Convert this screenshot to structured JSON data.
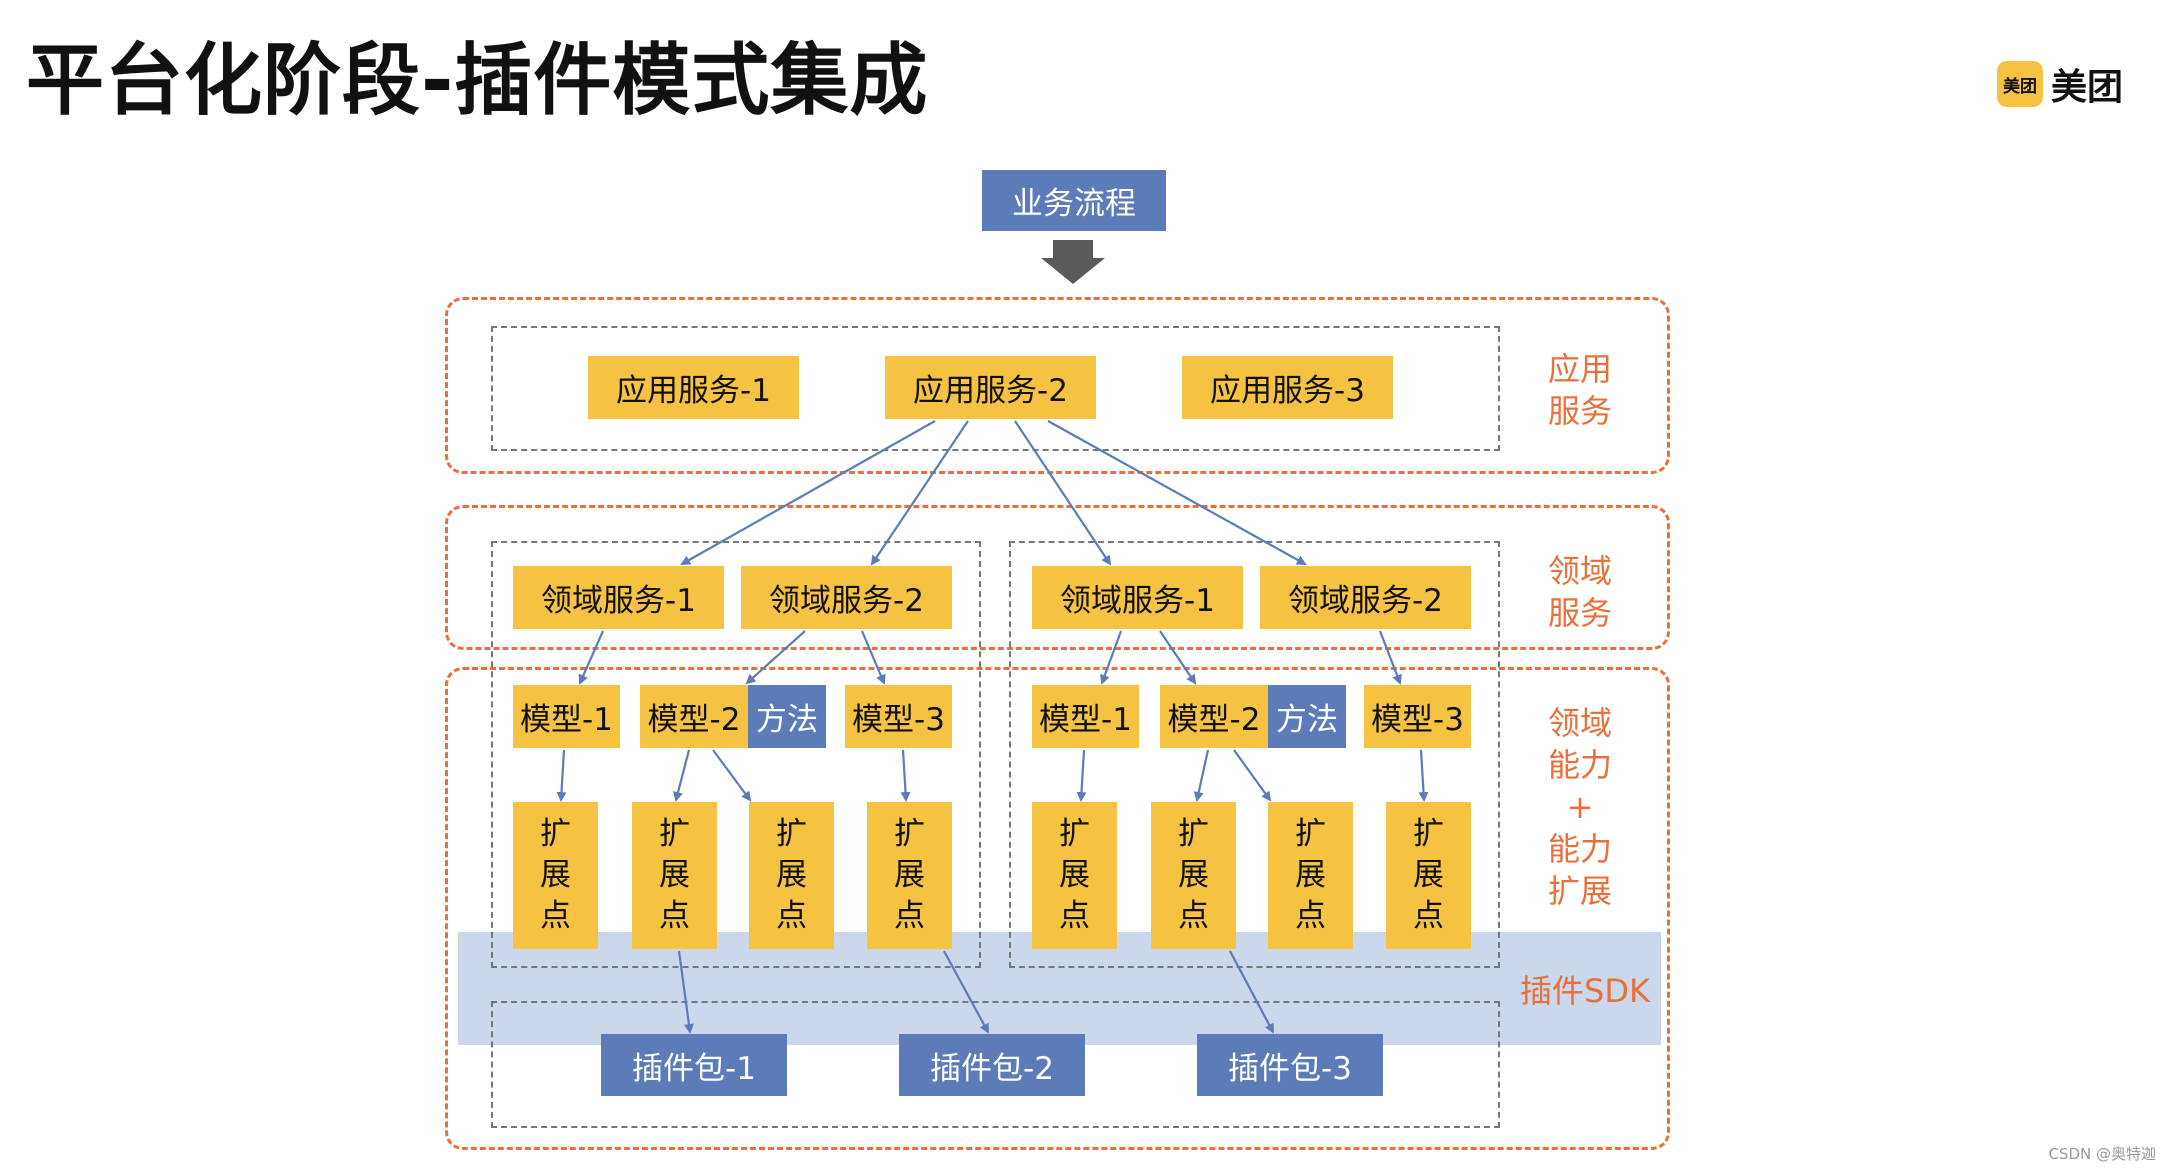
{
  "title": "平台化阶段-插件模式集成",
  "logo": {
    "badge": "美团",
    "text": "美团"
  },
  "watermark": "CSDN @奥特迦",
  "top_node": "业务流程",
  "layers": {
    "app": [
      "应用",
      "服务"
    ],
    "domain": [
      "领域",
      "服务"
    ],
    "capability": [
      "领域",
      "能力",
      "+",
      "能力",
      "扩展"
    ],
    "sdk": "插件SDK"
  },
  "app_services": [
    "应用服务-1",
    "应用服务-2",
    "应用服务-3"
  ],
  "left_group": {
    "domain_services": [
      "领域服务-1",
      "领域服务-2"
    ],
    "models": [
      "模型-1",
      "模型-2",
      "模型-3"
    ],
    "method": "方法",
    "extension": [
      "扩",
      "展",
      "点"
    ]
  },
  "right_group": {
    "domain_services": [
      "领域服务-1",
      "领域服务-2"
    ],
    "models": [
      "模型-1",
      "模型-2",
      "模型-3"
    ],
    "method": "方法",
    "extension": [
      "扩",
      "展",
      "点"
    ]
  },
  "plugins": [
    "插件包-1",
    "插件包-2",
    "插件包-3"
  ],
  "colors": {
    "blue": "#5b7cb8",
    "yellow": "#f5c242",
    "orange": "#e8703a",
    "sdk_band": "#a0b7db"
  }
}
